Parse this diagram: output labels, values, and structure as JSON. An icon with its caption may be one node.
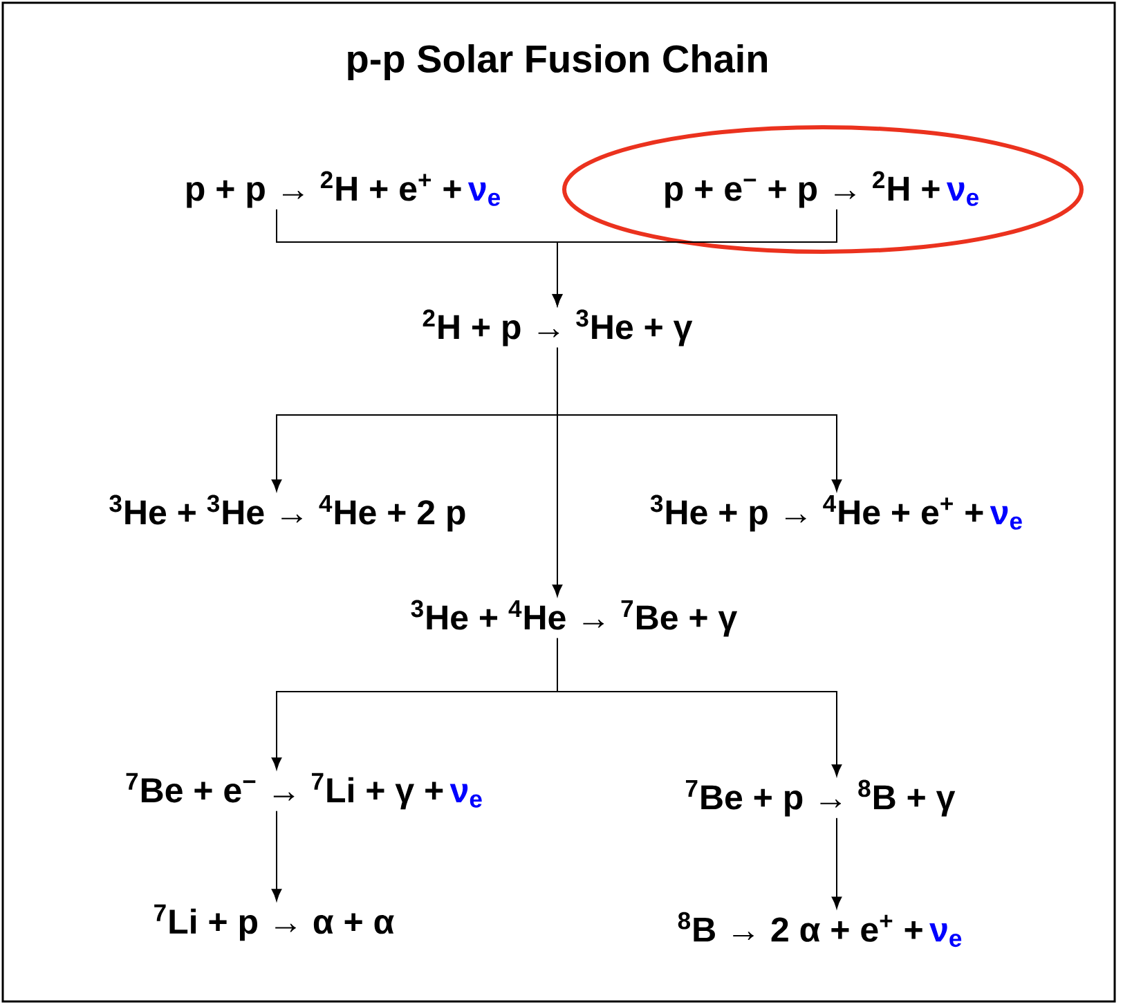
{
  "diagram": {
    "title": "p-p Solar Fusion Chain",
    "nodes": [
      {
        "text": [
          "p + p → $^{2}$H + e$^{+}$ +",
          "ν$_{e}$"
        ]
      },
      {
        "text": [
          "p + e$^{−}$ + p → $^{2}$H +",
          "ν$_{e}$"
        ]
      },
      {
        "text": [
          "$^{2}$H + p → $^{3}$He + γ"
        ]
      },
      {
        "text": [
          "$^{3}$He + $^{3}$He → $^{4}$He + 2 p"
        ]
      },
      {
        "text": [
          "$^{3}$He + p → $^{4}$He + e$^{+}$ +",
          "ν$_{e}$"
        ]
      },
      {
        "text": [
          "$^{3}$He + $^{4}$He → $^{7}$Be + γ"
        ]
      },
      {
        "text": [
          "$^{7}$Be + e$^{−}$ → $^{7}$Li + γ +",
          "ν$_{e}$"
        ]
      },
      {
        "text": [
          "$^{7}$Be + p → $^{8}$B + γ"
        ]
      },
      {
        "text": [
          "$^{7}$Li + p → α + α"
        ]
      },
      {
        "text": [
          "$^{8}$B → 2 α + e$^{+}$ +",
          "ν$_{e}$"
        ]
      }
    ],
    "edges": [
      {
        "from": 0,
        "to": 2,
        "arrow": "to"
      },
      {
        "from": 1,
        "to": 2,
        "arrow": "to"
      },
      {
        "from": 2,
        "to": 3,
        "arrow": "to"
      },
      {
        "from": 2,
        "to": 5,
        "arrow": "to"
      },
      {
        "from": 2,
        "to": 4,
        "arrow": "to"
      },
      {
        "from": 5,
        "to": 6,
        "arrow": "to"
      },
      {
        "from": 5,
        "to": 7,
        "arrow": "to"
      },
      {
        "from": 6,
        "to": 8,
        "arrow": "to"
      },
      {
        "from": 7,
        "to": 9,
        "arrow": "to"
      }
    ]
  }
}
